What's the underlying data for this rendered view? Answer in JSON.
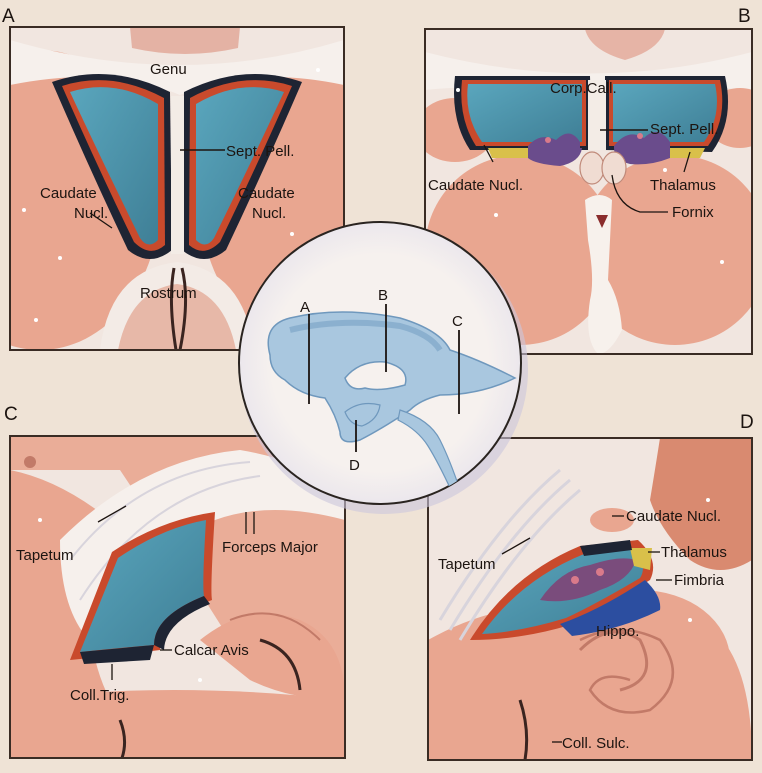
{
  "panels": {
    "a": {
      "letter": "A",
      "labels": {
        "genu": "Genu",
        "sept": "Sept. Pell.",
        "caudate_l1": "Caudate",
        "caudate_l2": "Nucl.",
        "caudate_r1": "Caudate",
        "caudate_r2": "Nucl.",
        "rostrum": "Rostrum"
      }
    },
    "b": {
      "letter": "B",
      "labels": {
        "corp": "Corp.Call.",
        "sept": "Sept. Pell.",
        "caudate": "Caudate Nucl.",
        "thalamus": "Thalamus",
        "fornix": "Fornix"
      }
    },
    "c": {
      "letter": "C",
      "labels": {
        "tapetum": "Tapetum",
        "forceps": "Forceps Major",
        "calcar": "Calcar Avis",
        "coll": "Coll.Trig."
      }
    },
    "d": {
      "letter": "D",
      "labels": {
        "caudate": "Caudate Nucl.",
        "thalamus": "Thalamus",
        "tapetum": "Tapetum",
        "fimbria": "Fimbria",
        "hippo": "Hippo.",
        "coll": "Coll. Sulc."
      }
    }
  },
  "center": {
    "markers": {
      "a": "A",
      "b": "B",
      "c": "C",
      "d": "D"
    }
  },
  "colors": {
    "background": "#efe3d6",
    "brain": "#e8a890",
    "brain_dark": "#d98a70",
    "white_matter": "#f4ece6",
    "ventricle": "#4f97ad",
    "ependyma_red": "#c94a2c",
    "ependyma_dark": "#1e2433",
    "purple": "#6a4c8c",
    "yellow": "#d9c04a",
    "blue_edge": "#2c4ea0",
    "frame": "#3a2c24"
  }
}
